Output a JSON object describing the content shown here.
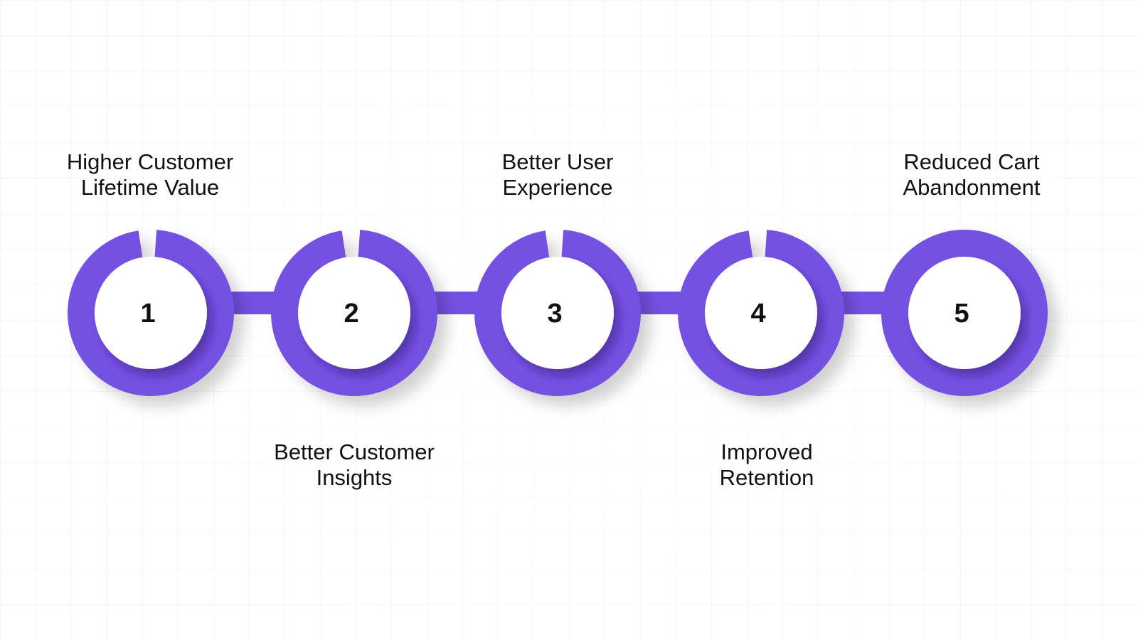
{
  "colors": {
    "accent": "#7451E2",
    "accent_shadow": "#5536B8",
    "center_fill": "#FFFFFF",
    "text": "#111111"
  },
  "steps": [
    {
      "number": "1",
      "label": "Higher Customer\nLifetime Value",
      "label_position": "top"
    },
    {
      "number": "2",
      "label": "Better Customer\nInsights",
      "label_position": "bottom"
    },
    {
      "number": "3",
      "label": "Better User\nExperience",
      "label_position": "top"
    },
    {
      "number": "4",
      "label": "Improved\nRetention",
      "label_position": "bottom"
    },
    {
      "number": "5",
      "label": "Reduced Cart\nAbandonment",
      "label_position": "top"
    }
  ]
}
